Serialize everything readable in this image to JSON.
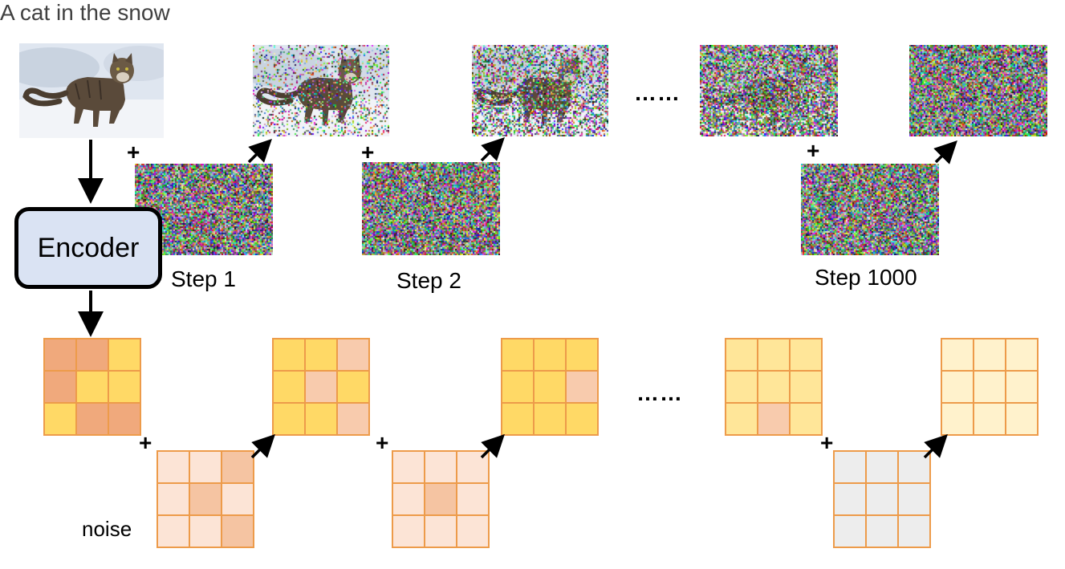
{
  "title": "A cat in the snow",
  "encoder_label": "Encoder",
  "noise_label": "noise",
  "ellipsis": "……",
  "plus_sign": "+",
  "steps": [
    "Step 1",
    "Step 2",
    "Step 1000"
  ],
  "colors": {
    "encoder_fill": "#dae3f3",
    "latent_dark": "#f0a97c",
    "latent_yellow": "#ffd966",
    "latent_light": "#f8cbad",
    "noise_pale": "#fce4d6",
    "noise_mid": "#f5c4a2",
    "final_pale": "#fff2cc",
    "final_mid": "#ffe699",
    "gray_noise": "#ededed",
    "grid_border": "#ed9b4a"
  },
  "latents": [
    [
      "dark",
      "dark",
      "yellow",
      "dark",
      "yellow",
      "yellow",
      "yellow",
      "dark",
      "dark"
    ],
    [
      "yellow",
      "yellow",
      "light",
      "yellow",
      "light",
      "yellow",
      "yellow",
      "yellow",
      "light"
    ],
    [
      "yellow",
      "yellow",
      "yellow",
      "yellow",
      "yellow",
      "light",
      "yellow",
      "yellow",
      "yellow"
    ],
    [
      "final_mid",
      "final_mid",
      "final_mid",
      "final_mid",
      "final_mid",
      "final_mid",
      "final_mid",
      "light",
      "final_mid"
    ],
    [
      "final_pale",
      "final_pale",
      "final_pale",
      "final_pale",
      "final_pale",
      "final_pale",
      "final_pale",
      "final_pale",
      "final_pale"
    ]
  ],
  "noises": [
    [
      "noise_pale",
      "noise_pale",
      "noise_mid",
      "noise_pale",
      "noise_mid",
      "noise_pale",
      "noise_pale",
      "noise_pale",
      "noise_mid"
    ],
    [
      "noise_pale",
      "noise_pale",
      "noise_pale",
      "noise_pale",
      "noise_mid",
      "noise_pale",
      "noise_pale",
      "noise_pale",
      "noise_pale"
    ],
    [
      "gray_noise",
      "gray_noise",
      "gray_noise",
      "gray_noise",
      "gray_noise",
      "gray_noise",
      "gray_noise",
      "gray_noise",
      "gray_noise"
    ]
  ]
}
